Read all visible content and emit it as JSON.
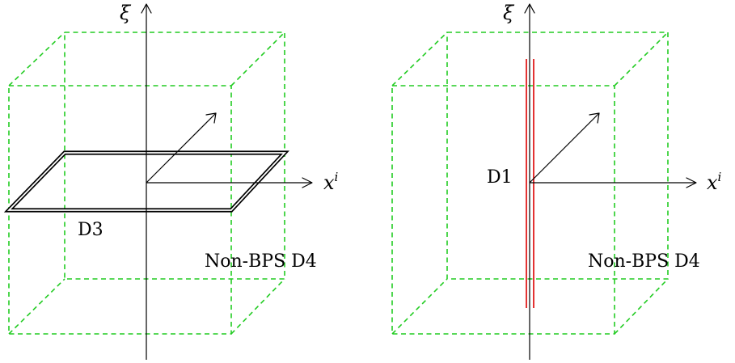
{
  "colors": {
    "box": "#22cc22",
    "d3": "#000000",
    "d1": "#dd0000",
    "axis": "#000000"
  },
  "left_panel": {
    "vertical_axis_label": "ξ",
    "horizontal_axis_label": "x",
    "horizontal_axis_superscript": "i",
    "brane_label": "D3",
    "box_label": "Non-BPS D4"
  },
  "right_panel": {
    "vertical_axis_label": "ξ",
    "horizontal_axis_label": "x",
    "horizontal_axis_superscript": "i",
    "brane_label": "D1",
    "box_label": "Non-BPS D4"
  }
}
